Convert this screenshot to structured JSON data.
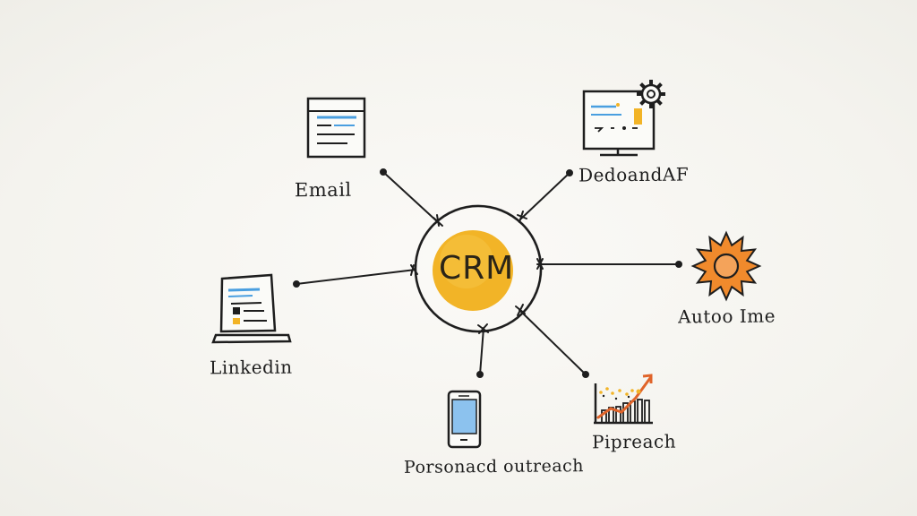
{
  "center": {
    "label": "CRM",
    "fill": "#f2b427"
  },
  "nodes": [
    {
      "id": "email",
      "label": "Email",
      "icon": "email-window-icon"
    },
    {
      "id": "dashboard",
      "label": "DedoandAF",
      "icon": "monitor-gear-icon"
    },
    {
      "id": "linkedin",
      "label": "Linkedin",
      "icon": "laptop-icon"
    },
    {
      "id": "automation",
      "label": "Autoo Ime",
      "icon": "sun-gear-icon"
    },
    {
      "id": "personalized",
      "label": "Porsonacd outreach",
      "icon": "phone-icon"
    },
    {
      "id": "pipeline",
      "label": "Pipreach",
      "icon": "growth-chart-icon"
    }
  ],
  "colors": {
    "ink": "#1e1e1e",
    "accent_blue": "#4a9fe0",
    "accent_yellow": "#f2b427",
    "accent_orange": "#f08a2c"
  }
}
